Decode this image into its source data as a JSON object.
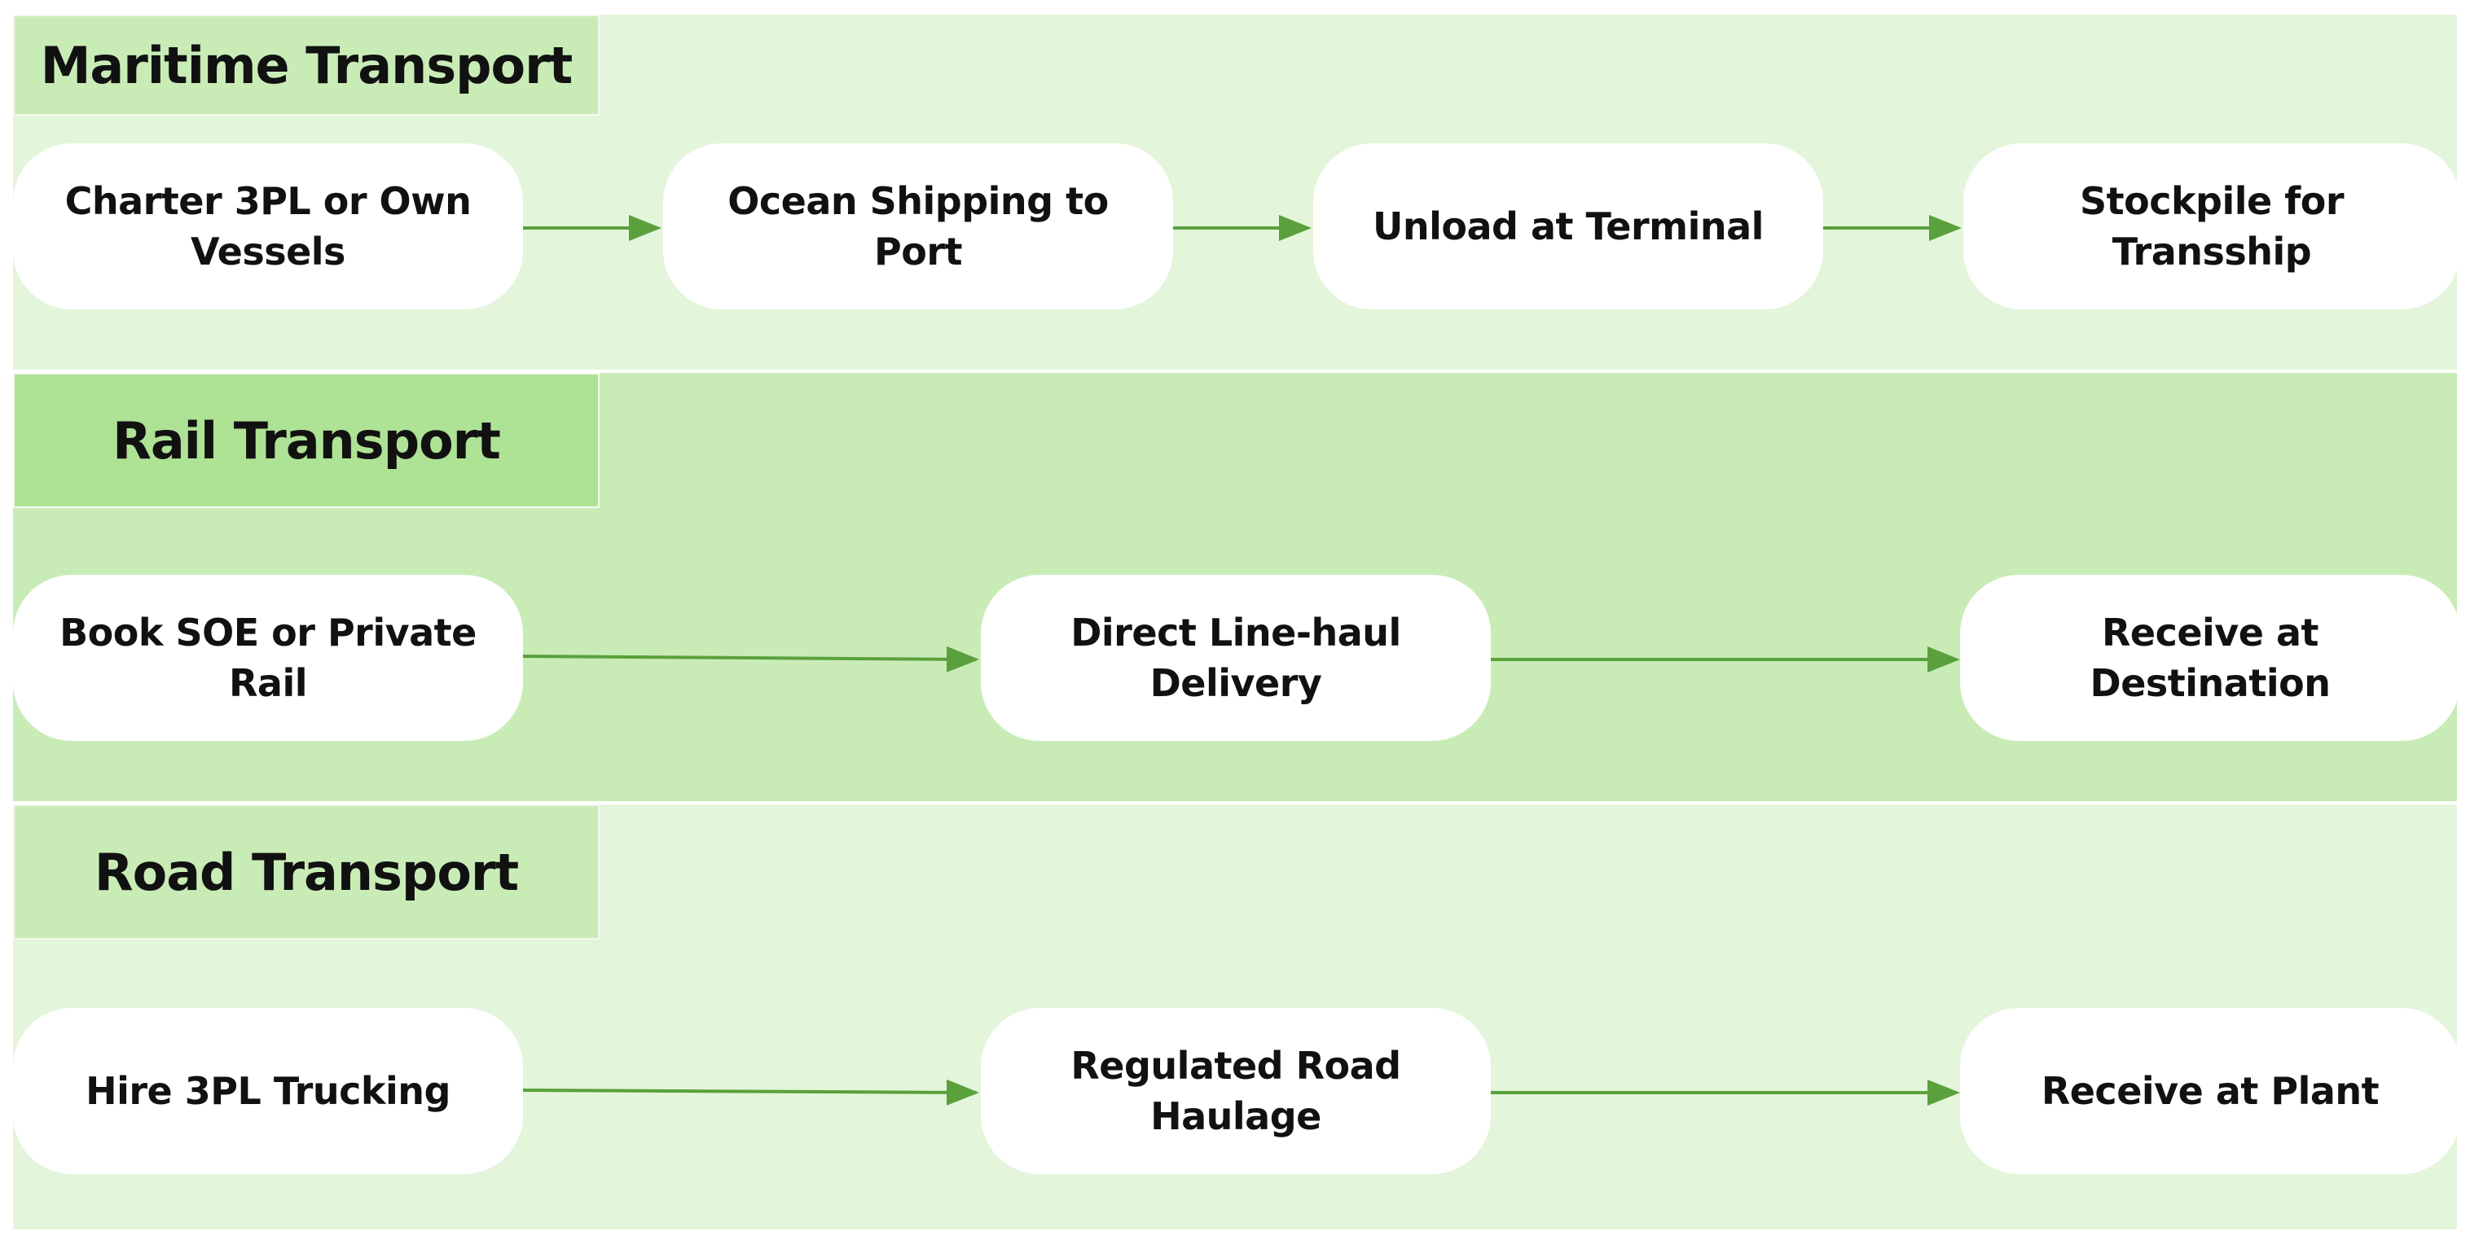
{
  "colors": {
    "lane_light": "#e3f5db",
    "lane_mid": "#c9ecb7",
    "header_light": "#c9ecb7",
    "header_dark": "#aee295",
    "node_fill": "#ffffff",
    "edge": "#5aa03c"
  },
  "lanes": [
    {
      "title": "Maritime Transport",
      "nodes": [
        "Charter 3PL or Own Vessels",
        "Ocean Shipping to Port",
        "Unload at Terminal",
        "Stockpile for Transship"
      ]
    },
    {
      "title": "Rail Transport",
      "nodes": [
        "Book SOE or Private Rail",
        "Direct Line-haul Delivery",
        "Receive at Destination"
      ]
    },
    {
      "title": "Road Transport",
      "nodes": [
        "Hire 3PL Trucking",
        "Regulated Road Haulage",
        "Receive at Plant"
      ]
    }
  ]
}
